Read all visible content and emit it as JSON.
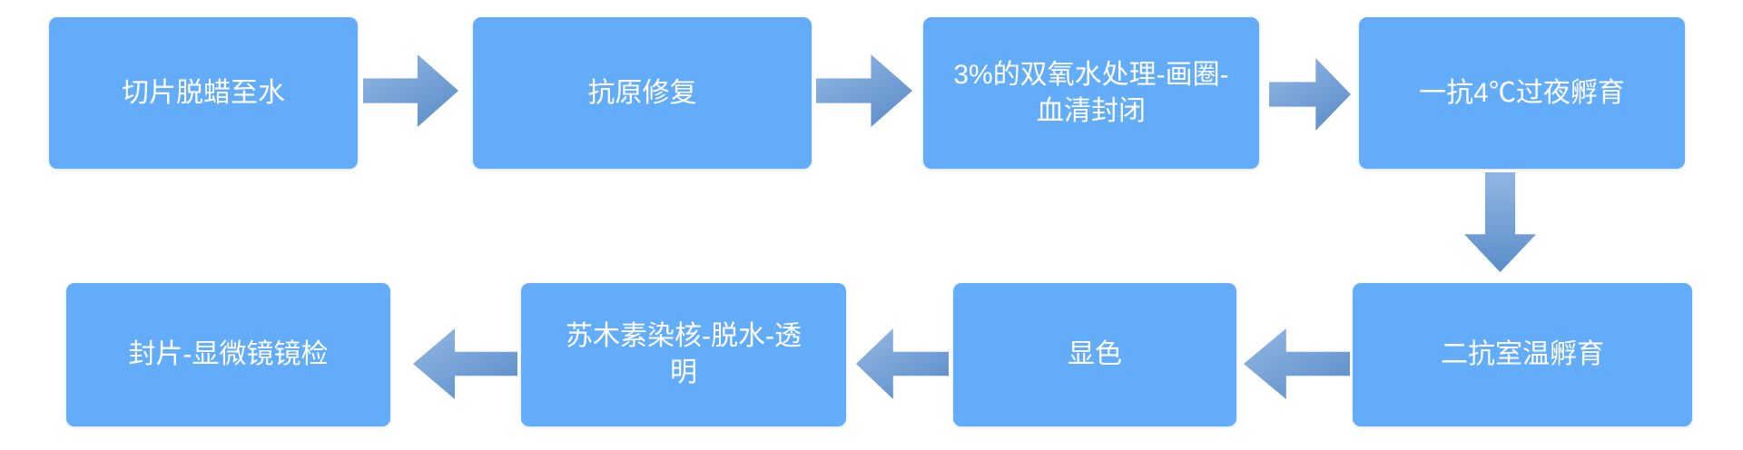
{
  "colors": {
    "box_fill": "#63acfa",
    "arrow_gradient_light": "#8cb3e1",
    "arrow_gradient_dark": "#5e8fca",
    "text": "#ffffff",
    "background": "#ffffff"
  },
  "flow": {
    "type": "flowchart",
    "steps": [
      {
        "order": 1,
        "label": "切片脱蜡至水"
      },
      {
        "order": 2,
        "label": "抗原修复"
      },
      {
        "order": 3,
        "label": "3%的双氧水处理-画圈-\n血清封闭"
      },
      {
        "order": 4,
        "label": "一抗4℃过夜孵育"
      },
      {
        "order": 5,
        "label": "二抗室温孵育"
      },
      {
        "order": 6,
        "label": "显色"
      },
      {
        "order": 7,
        "label": "苏木素染核-脱水-透\n明"
      },
      {
        "order": 8,
        "label": "封片-显微镜镜检"
      }
    ],
    "connections": [
      {
        "from": 1,
        "to": 2,
        "arrow": "right"
      },
      {
        "from": 2,
        "to": 3,
        "arrow": "right"
      },
      {
        "from": 3,
        "to": 4,
        "arrow": "right"
      },
      {
        "from": 4,
        "to": 5,
        "arrow": "down"
      },
      {
        "from": 5,
        "to": 6,
        "arrow": "left"
      },
      {
        "from": 6,
        "to": 7,
        "arrow": "left"
      },
      {
        "from": 7,
        "to": 8,
        "arrow": "left"
      }
    ]
  }
}
